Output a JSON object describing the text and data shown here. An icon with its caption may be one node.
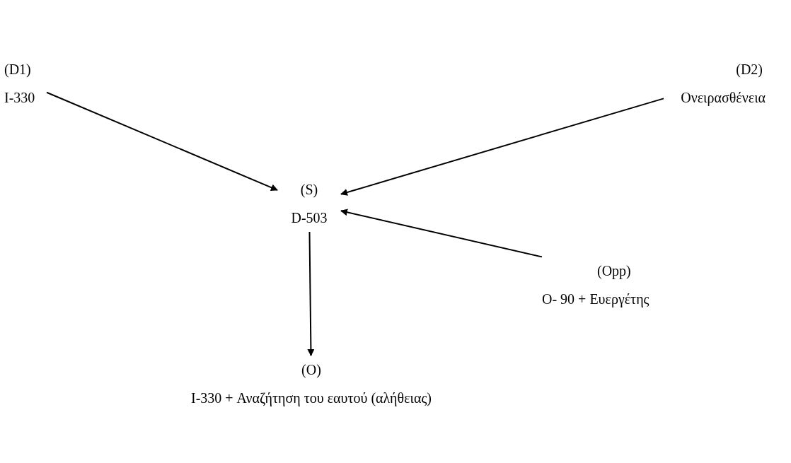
{
  "diagram": {
    "nodes": [
      {
        "text": [
          "(D1)",
          "I-330"
        ]
      },
      {
        "text": [
          "(D2)",
          "Ονειρασθένεια"
        ]
      },
      {
        "text": [
          "(S)",
          "D-503"
        ]
      },
      {
        "text": [
          "(Opp)",
          "O- 90 + Ευεργέτης"
        ]
      },
      {
        "text": [
          "(O)",
          "I-330 + Αναζήτηση του εαυτού (αλήθειας)"
        ]
      }
    ],
    "edges": [
      {
        "from": 0,
        "to": 2,
        "arrow": "to"
      },
      {
        "from": 1,
        "to": 2,
        "arrow": "to"
      },
      {
        "from": 3,
        "to": 2,
        "arrow": "to"
      },
      {
        "from": 2,
        "to": 4,
        "arrow": "to"
      }
    ]
  }
}
